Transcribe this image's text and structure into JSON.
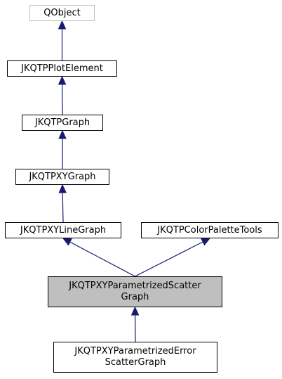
{
  "diagram": {
    "colors": {
      "edge": "#191970",
      "node_border": "#000000",
      "muted_border": "#bfbfbf",
      "highlight_fill": "#bfbfbf",
      "node_fill": "#ffffff"
    },
    "nodes": {
      "qobject": {
        "label": "QObject"
      },
      "plot_element": {
        "label": "JKQTPPlotElement"
      },
      "graph": {
        "label": "JKQTPGraph"
      },
      "xy_graph": {
        "label": "JKQTPXYGraph"
      },
      "xy_line_graph": {
        "label": "JKQTPXYLineGraph"
      },
      "color_palette_tools": {
        "label": "JKQTPColorPaletteTools"
      },
      "parametrized_scatter": {
        "line1": "JKQTPXYParametrizedScatter",
        "line2": "Graph"
      },
      "parametrized_error_scatter": {
        "line1": "JKQTPXYParametrizedError",
        "line2": "ScatterGraph"
      }
    },
    "edges": [
      {
        "from": "plot_element",
        "to": "qobject"
      },
      {
        "from": "graph",
        "to": "plot_element"
      },
      {
        "from": "xy_graph",
        "to": "graph"
      },
      {
        "from": "xy_line_graph",
        "to": "xy_graph"
      },
      {
        "from": "parametrized_scatter",
        "to": "xy_line_graph"
      },
      {
        "from": "parametrized_scatter",
        "to": "color_palette_tools"
      },
      {
        "from": "parametrized_error_scatter",
        "to": "parametrized_scatter"
      }
    ]
  }
}
